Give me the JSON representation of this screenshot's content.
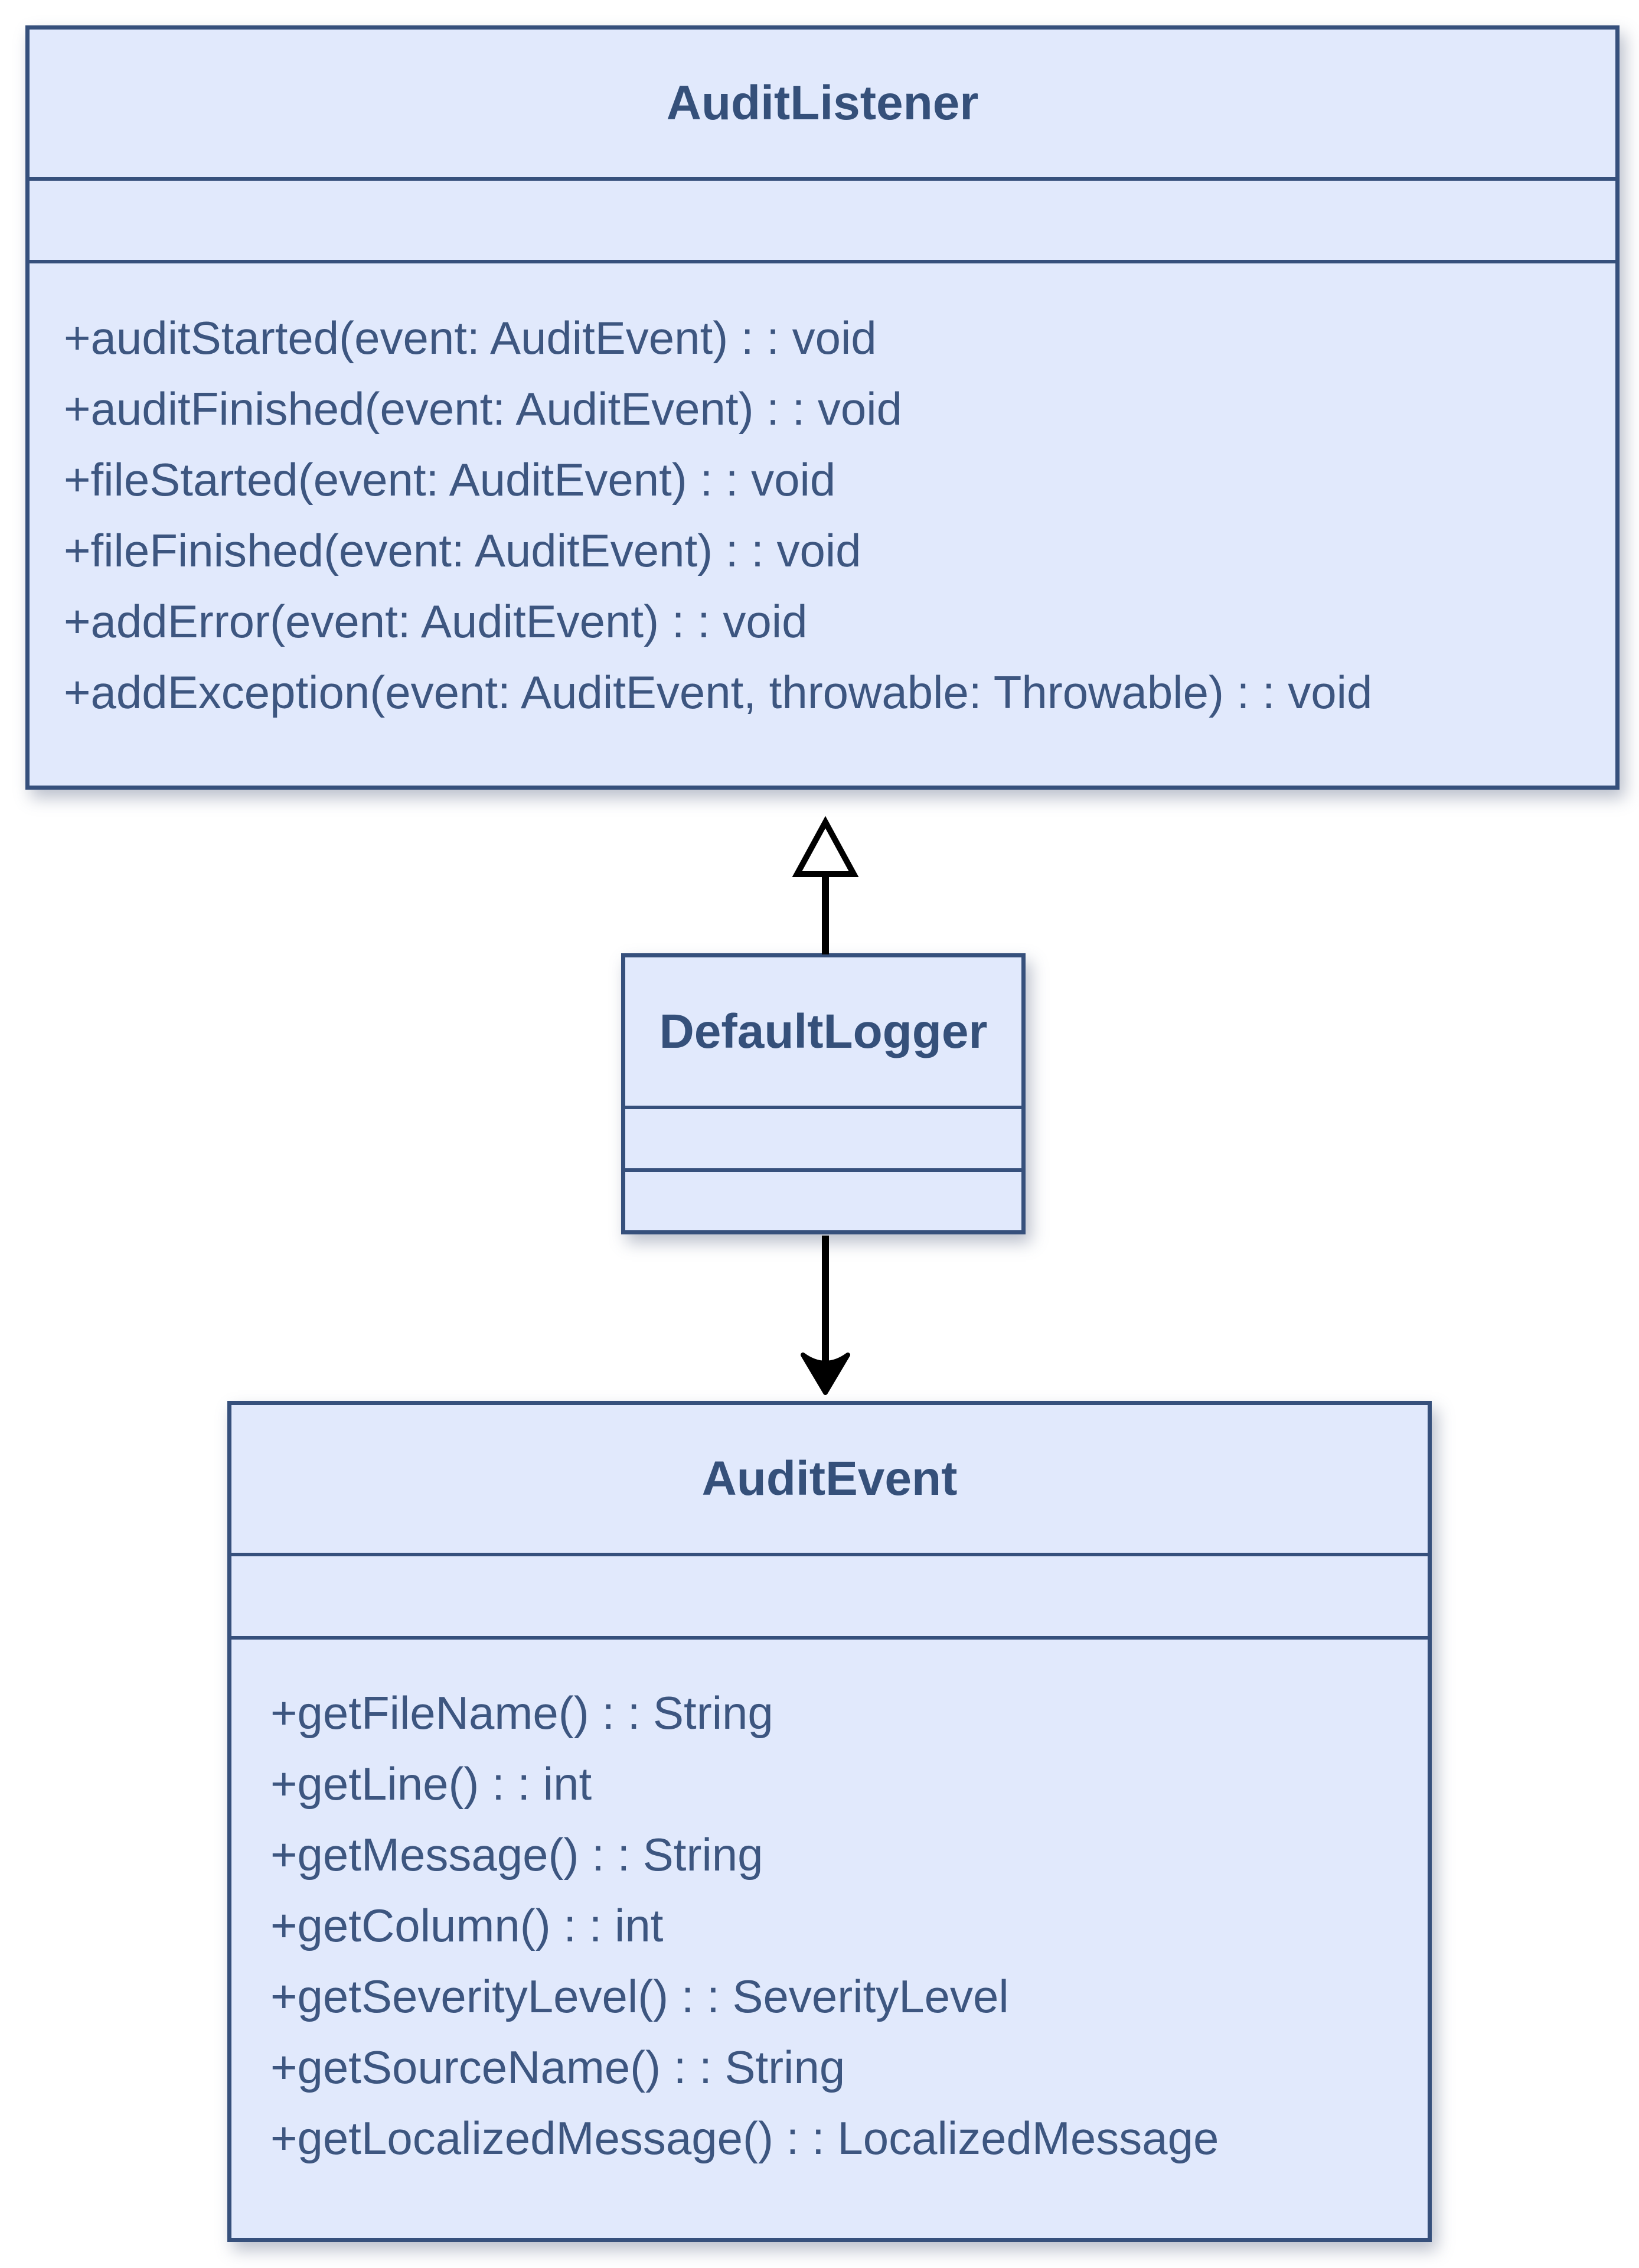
{
  "diagram": {
    "kind": "uml-class-diagram",
    "background": "#ffffff",
    "colors": {
      "background": "#ffffff",
      "box_fill": "#e1e9fc",
      "box_border": "#36507c",
      "title_text": "#35507a",
      "member_text": "#3d5680",
      "arrow": "#000000"
    },
    "classes": [
      {
        "name": "AuditListener",
        "attributes": [],
        "methods": [
          "+auditStarted(event: AuditEvent) : : void",
          "+auditFinished(event: AuditEvent) : : void",
          "+fileStarted(event: AuditEvent) : : void",
          "+fileFinished(event: AuditEvent) : : void",
          "+addError(event: AuditEvent) : : void",
          "+addException(event: AuditEvent, throwable: Throwable) : : void"
        ]
      },
      {
        "name": "DefaultLogger",
        "attributes": [],
        "methods": []
      },
      {
        "name": "AuditEvent",
        "attributes": [],
        "methods": [
          "+getFileName() : : String",
          "+getLine() : : int",
          "+getMessage() : : String",
          "+getColumn() : : int",
          "+getSeverityLevel() : : SeverityLevel",
          "+getSourceName() : : String",
          "+getLocalizedMessage() : : LocalizedMessage"
        ]
      }
    ],
    "relations": [
      {
        "from": "DefaultLogger",
        "to": "AuditListener",
        "type": "generalization",
        "arrowhead": "hollow-triangle-up"
      },
      {
        "from": "DefaultLogger",
        "to": "AuditEvent",
        "type": "directed-association",
        "arrowhead": "open-vee-down"
      }
    ]
  }
}
